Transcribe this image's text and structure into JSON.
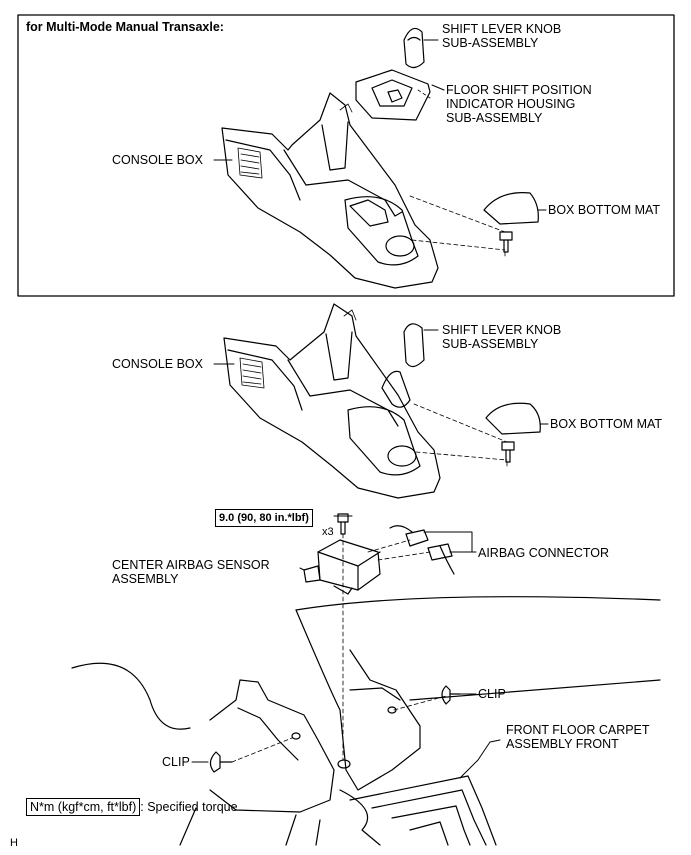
{
  "header": {
    "variant_note": "for Multi-Mode Manual Transaxle:"
  },
  "top_panel": {
    "shift_knob": "SHIFT LEVER KNOB\nSUB-ASSEMBLY",
    "indicator_housing": "FLOOR SHIFT POSITION\nINDICATOR HOUSING\nSUB-ASSEMBLY",
    "console_box": "CONSOLE BOX",
    "box_bottom_mat": "BOX BOTTOM MAT"
  },
  "middle": {
    "console_box": "CONSOLE BOX",
    "shift_knob": "SHIFT LEVER KNOB\nSUB-ASSEMBLY",
    "box_bottom_mat": "BOX BOTTOM MAT"
  },
  "lower": {
    "torque": "9.0 (90, 80 in.*lbf)",
    "quantity": "x3",
    "airbag_sensor": "CENTER AIRBAG SENSOR\nASSEMBLY",
    "airbag_connector": "AIRBAG CONNECTOR",
    "clip_right": "CLIP",
    "clip_left": "CLIP",
    "carpet": "FRONT FLOOR CARPET\nASSEMBLY FRONT"
  },
  "legend": {
    "unit": "N*m (kgf*cm, ft*lbf)",
    "desc": ": Specified torque"
  },
  "figure_ref": "H",
  "colors": {
    "line": "#000000",
    "background": "#ffffff"
  }
}
